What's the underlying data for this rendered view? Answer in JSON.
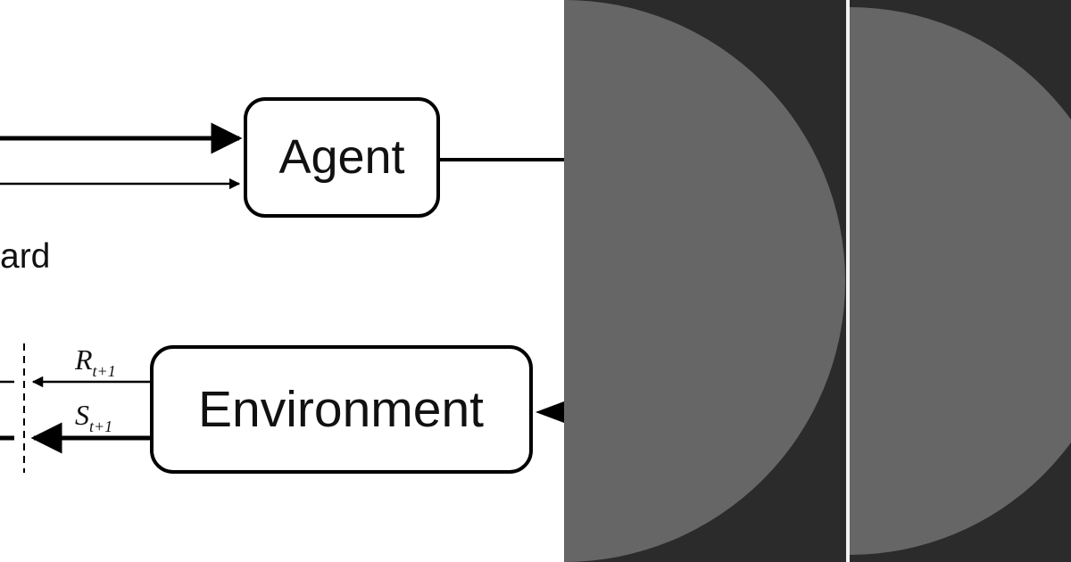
{
  "diagram": {
    "agent_label": "Agent",
    "environment_label": "Environment",
    "reward_fragment": "ard",
    "reward_signal": "R",
    "reward_subscript": "t+1",
    "state_signal": "S",
    "state_subscript": "t+1"
  },
  "panels": {
    "background": "#2b2b2b",
    "shape_fill": "#666666",
    "divider_color": "#f2f2f2"
  }
}
